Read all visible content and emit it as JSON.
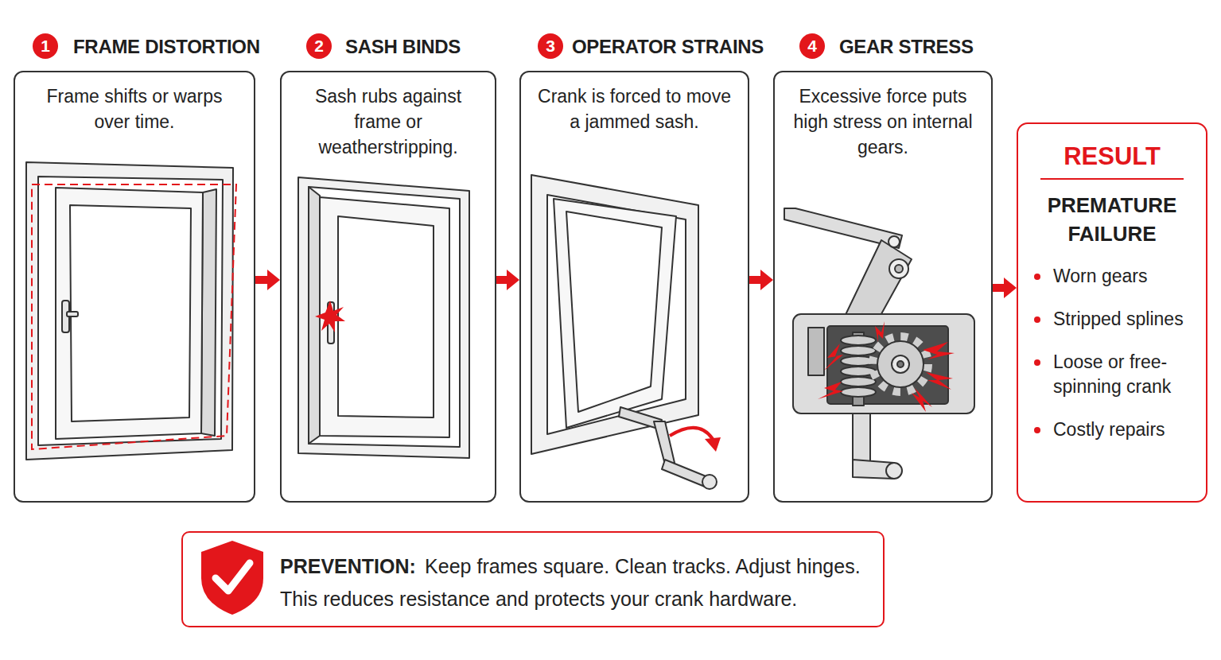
{
  "diagram": {
    "nodes": [
      {
        "text": [
          "FRAME DISTORTION",
          "Frame shifts or warps over time."
        ]
      },
      {
        "text": [
          "SASH BINDS",
          "Sash rubs against frame or weatherstripping."
        ]
      },
      {
        "text": [
          "OPERATOR STRAINS",
          "Crank is forced to move a jammed sash."
        ]
      },
      {
        "text": [
          "GEAR STRESS",
          "Excessive force puts high stress on internal gears."
        ]
      },
      {
        "text": [
          "RESULT",
          "PREMATURE FAILURE",
          "Worn gears",
          "Stripped splines",
          "Loose or free-spinning crank",
          "Costly repairs"
        ]
      },
      {
        "text": [
          "PREVENTION:",
          "Keep frames square. Clean tracks. Adjust hinges. This reduces resistance and protects your crank hardware."
        ]
      }
    ],
    "edges": [
      {
        "from": 0,
        "to": 1,
        "arrow": "to"
      },
      {
        "from": 1,
        "to": 2,
        "arrow": "to"
      },
      {
        "from": 2,
        "to": 3,
        "arrow": "to"
      },
      {
        "from": 3,
        "to": 4,
        "arrow": "to"
      }
    ],
    "labels": [
      "1",
      "2",
      "3",
      "4"
    ]
  }
}
